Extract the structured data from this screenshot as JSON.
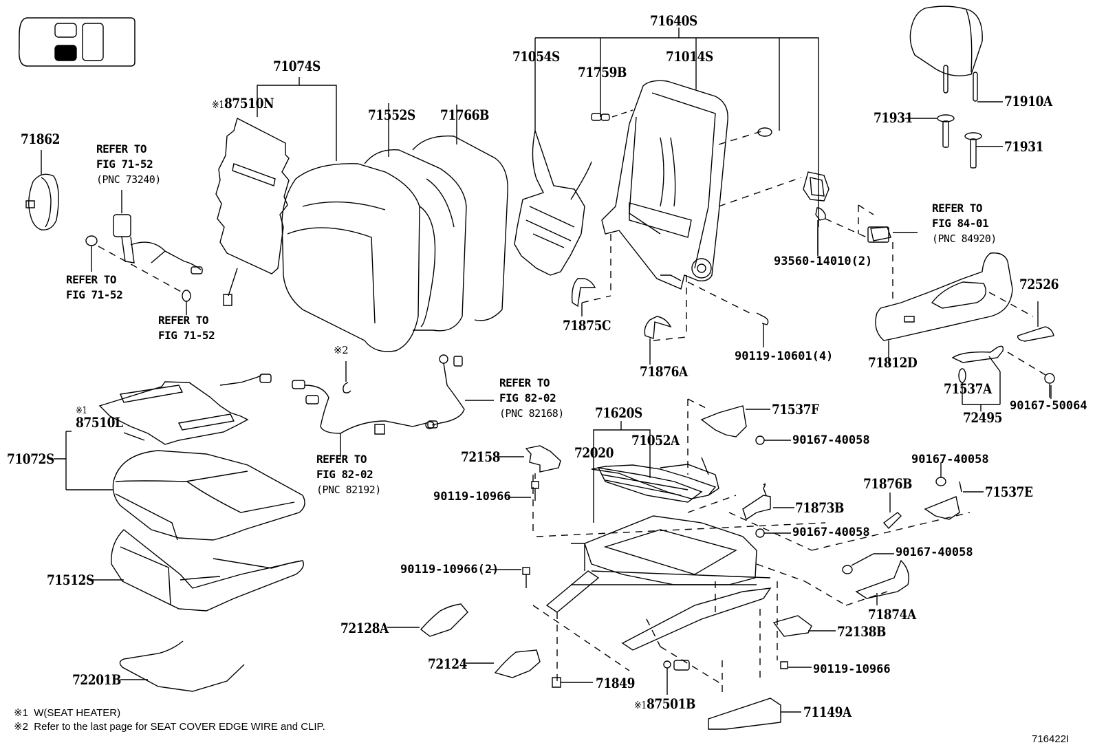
{
  "diagram": {
    "title_code": "716422I",
    "locator_icon": "seat-position-locator-icon",
    "notes": [
      {
        "mark": "※1",
        "text": "W(SEAT  HEATER)"
      },
      {
        "mark": "※2",
        "text": "Refer to the last page for SEAT COVER EDGE WIRE and CLIP."
      }
    ],
    "parts": {
      "p71074S": "71074S",
      "p87510N_mark": "※1",
      "p87510N": "87510N",
      "p71862": "71862",
      "p71552S": "71552S",
      "p71766B": "71766B",
      "p71640S": "71640S",
      "p71054S": "71054S",
      "p71759B": "71759B",
      "p71014S": "71014S",
      "p71910A": "71910A",
      "p71931a": "71931",
      "p71931b": "71931",
      "p93560": "93560-14010(2)",
      "p72526": "72526",
      "p71812D": "71812D",
      "p71537A": "71537A",
      "p72495": "72495",
      "p90167_50064": "90167-50064",
      "p71875C": "71875C",
      "p71876A": "71876A",
      "p90119_10601": "90119-10601(4)",
      "p87510L_mark": "※1",
      "p87510L": "87510L",
      "p71072S": "71072S",
      "p71512S": "71512S",
      "p72201B": "72201B",
      "p2_mark": "※2",
      "p71537F": "71537F",
      "p90167_40058a": "90167-40058",
      "p71620S": "71620S",
      "p72020": "72020",
      "p71052A": "71052A",
      "p72158": "72158",
      "p90119_10966a": "90119-10966",
      "p71873B": "71873B",
      "p90167_40058b": "90167-40058",
      "p90167_40058c": "90167-40058",
      "p71876B": "71876B",
      "p71537E": "71537E",
      "p90167_40058d": "90167-40058",
      "p71874A": "71874A",
      "p90119_10966_2": "90119-10966(2)",
      "p72128A": "72128A",
      "p72124": "72124",
      "p71849": "71849",
      "p87501B_mark": "※1",
      "p87501B": "87501B",
      "p72138B": "72138B",
      "p90119_10966b": "90119-10966",
      "p71149A": "71149A"
    },
    "references": {
      "ref_seatbelt": {
        "line1": "REFER TO",
        "line2": "FIG 71-52",
        "pnc": "(PNC 73240)"
      },
      "ref_clip_left": {
        "line1": "REFER TO",
        "line2": "FIG 71-52"
      },
      "ref_clip_right": {
        "line1": "REFER TO",
        "line2": "FIG 71-52"
      },
      "ref_harness_upper": {
        "line1": "REFER TO",
        "line2": "FIG 82-02",
        "pnc": "(PNC 82168)"
      },
      "ref_harness_lower": {
        "line1": "REFER TO",
        "line2": "FIG 82-02",
        "pnc": "(PNC 82192)"
      },
      "ref_switch": {
        "line1": "REFER TO",
        "line2": "FIG 84-01",
        "pnc": "(PNC 84920)"
      }
    }
  }
}
